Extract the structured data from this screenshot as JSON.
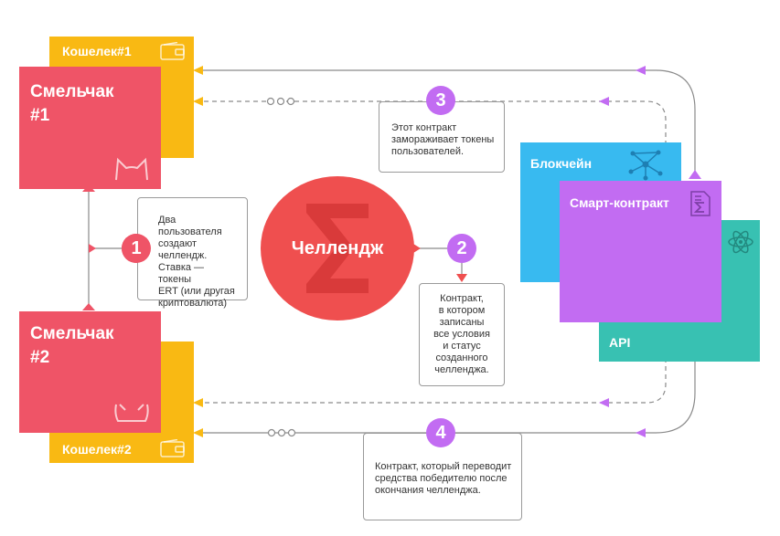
{
  "wallet1": {
    "label": "Кошелек#1",
    "icon": "wallet-icon"
  },
  "wallet2": {
    "label": "Кошелек#2",
    "icon": "wallet-icon"
  },
  "player1": {
    "line1": "Смельчак",
    "line2": "#1",
    "icon": "cat-ears-icon"
  },
  "player2": {
    "line1": "Смельчак",
    "line2": "#2",
    "icon": "cat-ears-icon"
  },
  "challenge": {
    "label": "Челлендж",
    "icon": "sigma-icon"
  },
  "blockchain": {
    "label": "Блокчейн",
    "icon": "network-icon"
  },
  "smart_contract": {
    "label": "Смарт-контракт",
    "icon": "document-sigma-icon"
  },
  "api": {
    "label": "API",
    "icon": "atom-icon"
  },
  "steps": [
    {
      "number": "1",
      "text": [
        "Два пользователя",
        "создают",
        "челлендж.",
        "Ставка — токены",
        "ERT (или другая",
        "криптовалюта)"
      ]
    },
    {
      "number": "2",
      "text": [
        "Контракт,",
        "в котором",
        "записаны",
        "все условия",
        "и статус",
        "созданного",
        "челленджа."
      ]
    },
    {
      "number": "3",
      "text": [
        "Этот контракт",
        "замораживает токены",
        "пользователей."
      ]
    },
    {
      "number": "4",
      "text": [
        "Контракт, который переводит",
        "средства победителю после",
        "окончания челленджа."
      ]
    }
  ],
  "colors": {
    "wallet": "#f9b913",
    "player": "#ef5467",
    "challenge": "#ef4f4f",
    "blockchain": "#38baf0",
    "smart_contract": "#c26cf2",
    "api": "#38c1b2",
    "step_badge": "#c26cf2",
    "red_badge": "#ef5467",
    "connector": "#7a7a7a"
  }
}
